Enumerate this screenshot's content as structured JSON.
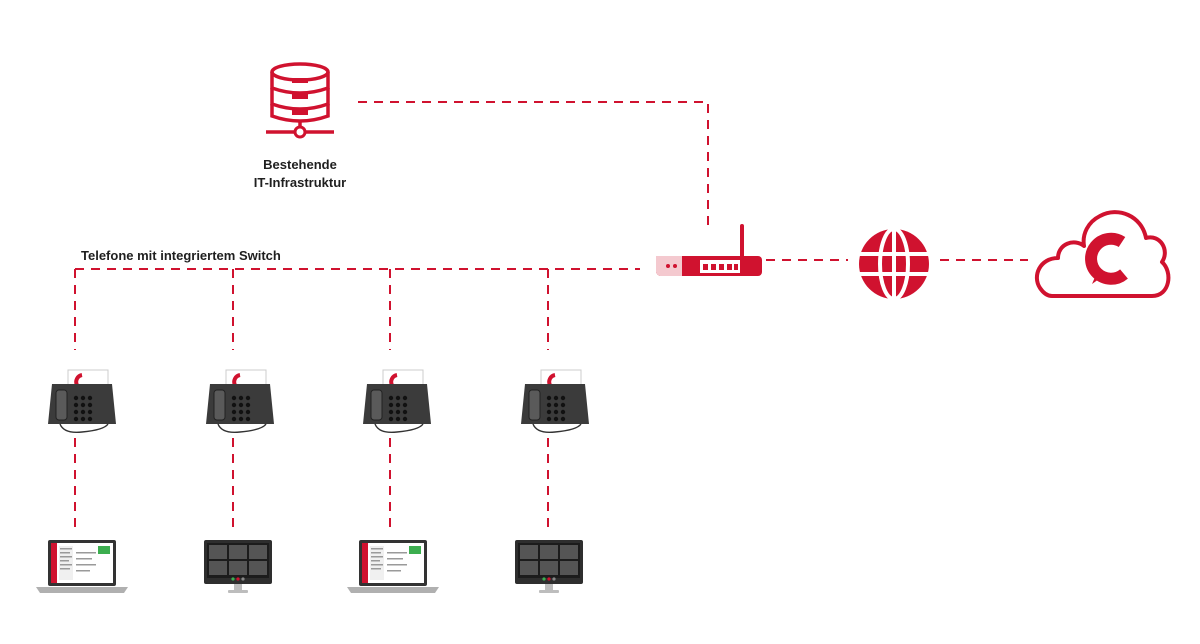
{
  "server": {
    "label_line1": "Bestehende",
    "label_line2": "IT-Infrastruktur",
    "icon": "database-server-icon"
  },
  "switch_label": "Telefone mit integriertem Switch",
  "router": {
    "icon": "router-icon"
  },
  "internet": {
    "icon": "globe-icon"
  },
  "cloud": {
    "icon": "cloud-logo-icon",
    "logo_letter": "C"
  },
  "phones": [
    {
      "icon": "desk-phone-icon",
      "badge": "C"
    },
    {
      "icon": "desk-phone-icon",
      "badge": "C"
    },
    {
      "icon": "desk-phone-icon",
      "badge": "C"
    },
    {
      "icon": "desk-phone-icon",
      "badge": "C"
    }
  ],
  "devices": [
    {
      "type": "laptop",
      "icon": "laptop-icon"
    },
    {
      "type": "monitor",
      "icon": "monitor-video-icon"
    },
    {
      "type": "laptop",
      "icon": "laptop-icon"
    },
    {
      "type": "monitor",
      "icon": "monitor-video-icon"
    }
  ],
  "colors": {
    "accent": "#d0122f",
    "dark": "#3b3b3b",
    "text": "#1f1f1f"
  }
}
